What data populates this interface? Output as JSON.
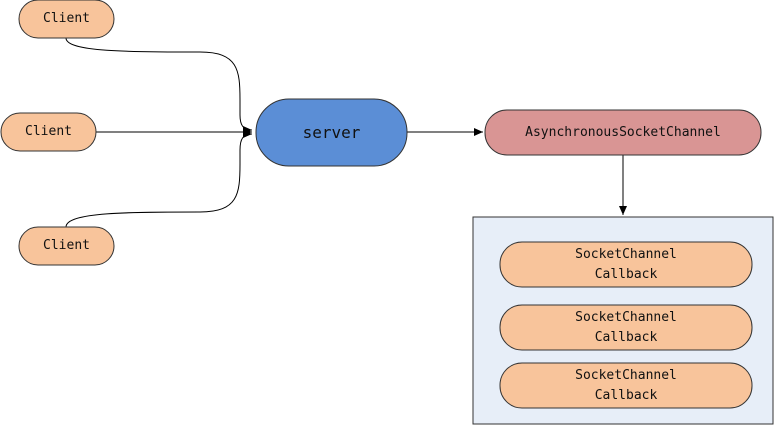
{
  "nodes": {
    "client_1": {
      "label": "Client"
    },
    "client_2": {
      "label": "Client"
    },
    "client_3": {
      "label": "Client"
    },
    "server": {
      "label": "server"
    },
    "async_channel": {
      "label": "AsynchronousSocketChannel"
    },
    "callback_1": {
      "line1": "SocketChannel",
      "line2": "Callback"
    },
    "callback_2": {
      "line1": "SocketChannel",
      "line2": "Callback"
    },
    "callback_3": {
      "line1": "SocketChannel",
      "line2": "Callback"
    }
  },
  "colors": {
    "client_fill": "#f8c49b",
    "server_fill": "#5b8ed6",
    "channel_fill": "#d99594",
    "callback_fill": "#f8c49b",
    "group_fill": "#e7eef8",
    "stroke": "#333333",
    "line": "#000000"
  }
}
